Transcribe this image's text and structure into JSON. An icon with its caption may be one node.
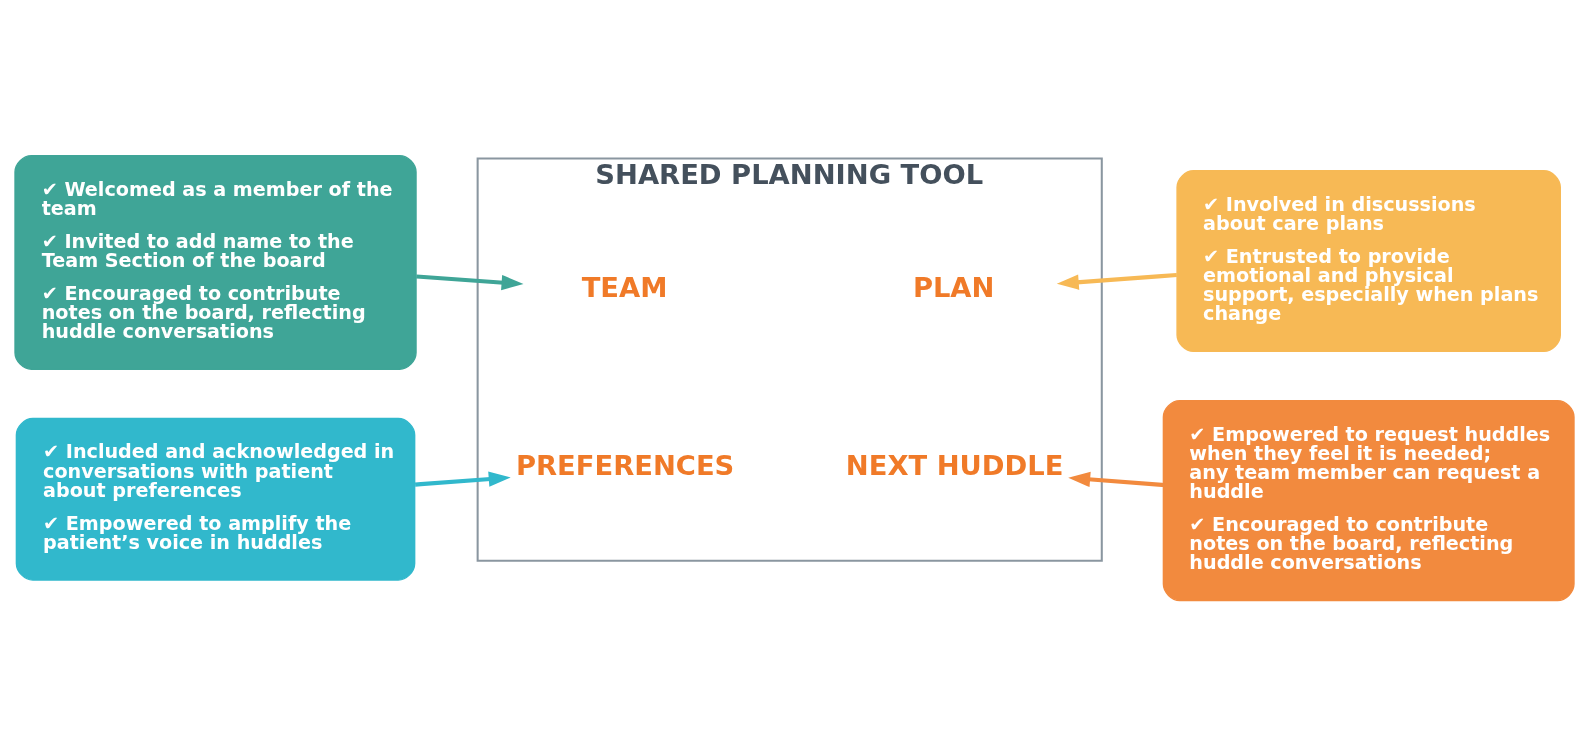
{
  "diagram": {
    "nodes": [
      {
        "text": [
          "SHARED PLANNING TOOL"
        ]
      },
      {
        "text": [
          "TEAM"
        ],
        "in": 0
      },
      {
        "text": [
          "PLAN"
        ],
        "in": 0
      },
      {
        "text": [
          "PREFERENCES"
        ],
        "in": 0
      },
      {
        "text": [
          "NEXT HUDDLE"
        ],
        "in": 0
      },
      {
        "text": [
          "✔ Welcomed as a member of the team",
          "✔ Invited to add name to the Team Section of the board",
          "✔ Encouraged to contribute notes on the board, reflecting huddle conversations"
        ]
      },
      {
        "text": [
          "✔ Involved in discussions about care plans",
          "✔ Entrusted to provide emotional and physical support, especially when plans change"
        ]
      },
      {
        "text": [
          "✔ Included and acknowledged in conversations with patient about preferences",
          "✔ Empowered to amplify the patient’s voice in huddles"
        ]
      },
      {
        "text": [
          "✔ Empowered to request huddles when they feel it is needed; any team member can request a huddle",
          "✔ Encouraged to contribute notes on the board, reflecting huddle conversations"
        ]
      }
    ],
    "edges": [
      {
        "from": 5,
        "to": 1,
        "arrow": "to",
        "color": "#3fa597"
      },
      {
        "from": 6,
        "to": 2,
        "arrow": "to",
        "color": "#f7b955"
      },
      {
        "from": 7,
        "to": 3,
        "arrow": "to",
        "color": "#31b8cc"
      },
      {
        "from": 8,
        "to": 4,
        "arrow": "to",
        "color": "#f28a3e"
      }
    ]
  }
}
